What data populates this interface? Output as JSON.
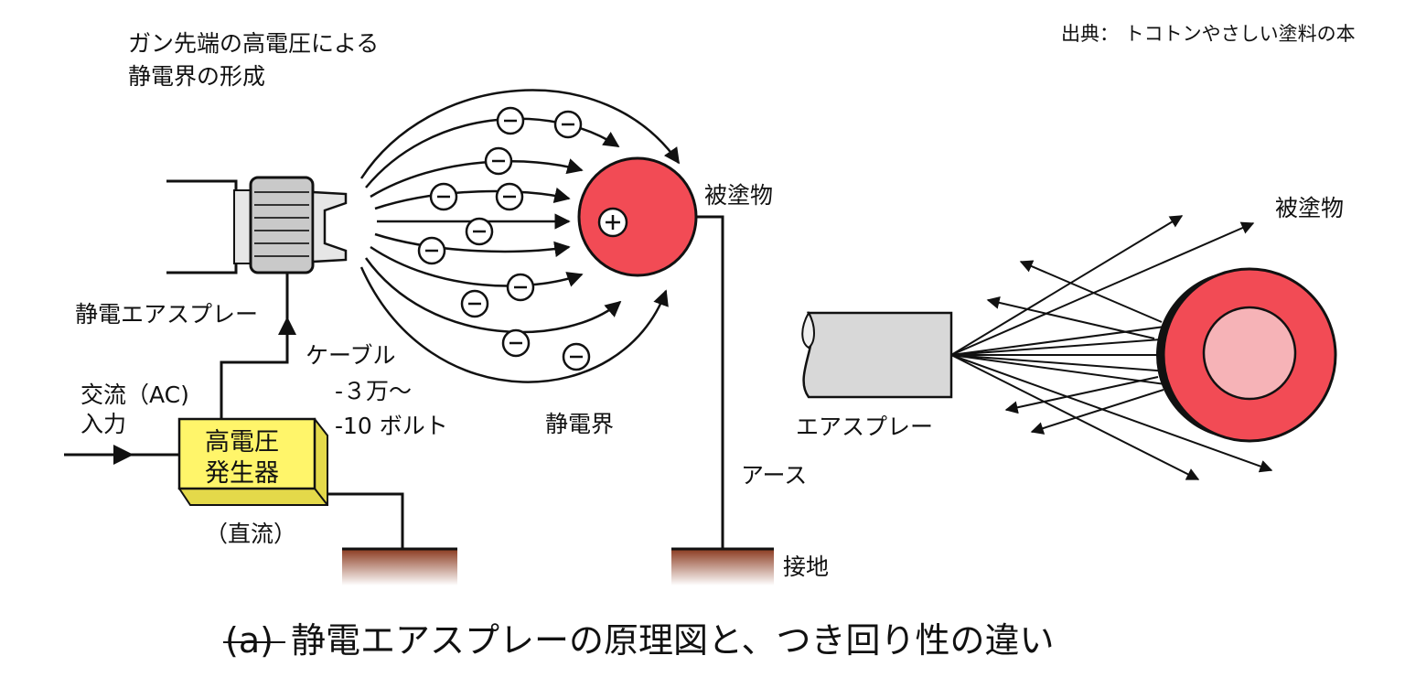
{
  "source_credit": "出典： トコトンやさしい塗料の本",
  "labels": {
    "field_formation_line1": "ガン先端の高電圧による",
    "field_formation_line2": "静電界の形成",
    "electrostatic_spray": "静電エアスプレー",
    "workpiece_left": "被塗物",
    "workpiece_right": "被塗物",
    "cable": "ケーブル",
    "voltage_line1": "-３万～",
    "voltage_line2": "-10 ボルト",
    "ac_input_line1": "交流（AC)",
    "ac_input_line2": "入力",
    "generator_line1": "高電圧",
    "generator_line2": "発生器",
    "dc": "（直流）",
    "electrostatic_field": "静電界",
    "earth": "アース",
    "ground": "接地",
    "air_spray": "エアスプレー",
    "negative_sign": "−",
    "positive_sign": "+"
  },
  "caption": {
    "prefix": "(a)",
    "text": "静電エアスプレーの原理図と、つき回り性の違い"
  },
  "colors": {
    "workpiece_red": "#f24b55",
    "workpiece_inner": "#f6b3b7",
    "generator_yellow": "#fff56a",
    "ground_brown": "#8b3a1f",
    "spray_gun_gray": "#d8d8d8"
  }
}
